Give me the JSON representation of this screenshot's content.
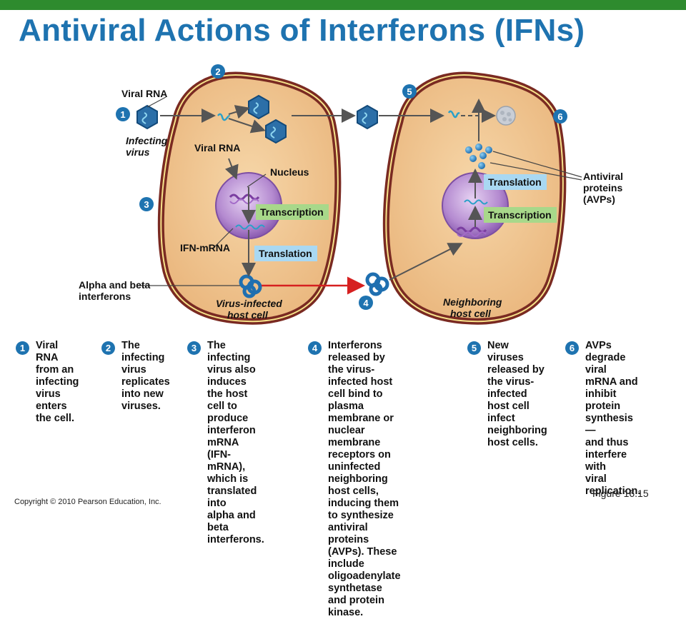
{
  "title": "Antiviral Actions of Interferons (IFNs)",
  "colors": {
    "title": "#1e73b0",
    "top_bar": "#2e8b2e",
    "badge": "#1e73b0",
    "cell_fill": "#f2c48f",
    "cell_border": "#7a2a22",
    "nucleus": "#b98fd0",
    "transcription_box": "#a8d88a",
    "translation_box": "#a9d8f2",
    "inhibit_arrow": "#d62020"
  },
  "diagram": {
    "labels": {
      "viral_rna_top": "Viral RNA",
      "infecting_virus_line1": "Infecting",
      "infecting_virus_line2": "virus",
      "viral_rna_inner": "Viral RNA",
      "nucleus": "Nucleus",
      "transcription_left": "Transcription",
      "ifn_mrna": "IFN-mRNA",
      "translation_left": "Translation",
      "alpha_beta_line1": "Alpha and beta",
      "alpha_beta_line2": "interferons",
      "left_cell_line1": "Virus-infected",
      "left_cell_line2": "host cell",
      "translation_right": "Translation",
      "transcription_right": "Transcription",
      "avp_line1": "Antiviral",
      "avp_line2": "proteins",
      "avp_line3": "(AVPs)",
      "right_cell_line1": "Neighboring",
      "right_cell_line2": "host cell"
    },
    "markers": [
      "1",
      "2",
      "3",
      "4",
      "5",
      "6"
    ]
  },
  "steps": [
    {
      "num": "1",
      "text": "Viral RNA\nfrom an\ninfecting\nvirus\nenters\nthe cell."
    },
    {
      "num": "2",
      "text": "The\ninfecting\nvirus\nreplicates\ninto new\nviruses."
    },
    {
      "num": "3",
      "text": "The infecting\nvirus also\ninduces the host\ncell to produce\ninterferon mRNA\n(IFN-mRNA),\nwhich is\ntranslated into\nalpha and\nbeta interferons."
    },
    {
      "num": "4",
      "text": "Interferons released by\nthe virus-infected host\ncell bind to plasma\nmembrane or nuclear\nmembrane receptors on\nuninfected neighboring\nhost cells, inducing them\nto synthesize antiviral\nproteins (AVPs). These\ninclude oligoadenylate\nsynthetase and protein\nkinase."
    },
    {
      "num": "5",
      "text": "New viruses\nreleased by\nthe virus-\ninfected\nhost cell\ninfect\nneighboring\nhost cells."
    },
    {
      "num": "6",
      "text": "AVPs degrade\nviral mRNA and\ninhibit protein\nsynthesis—\nand thus\ninterfere with\nviral replication."
    }
  ],
  "copyright": "Copyright © 2010 Pearson Education, Inc.",
  "figure_ref": "Figure 16.15"
}
